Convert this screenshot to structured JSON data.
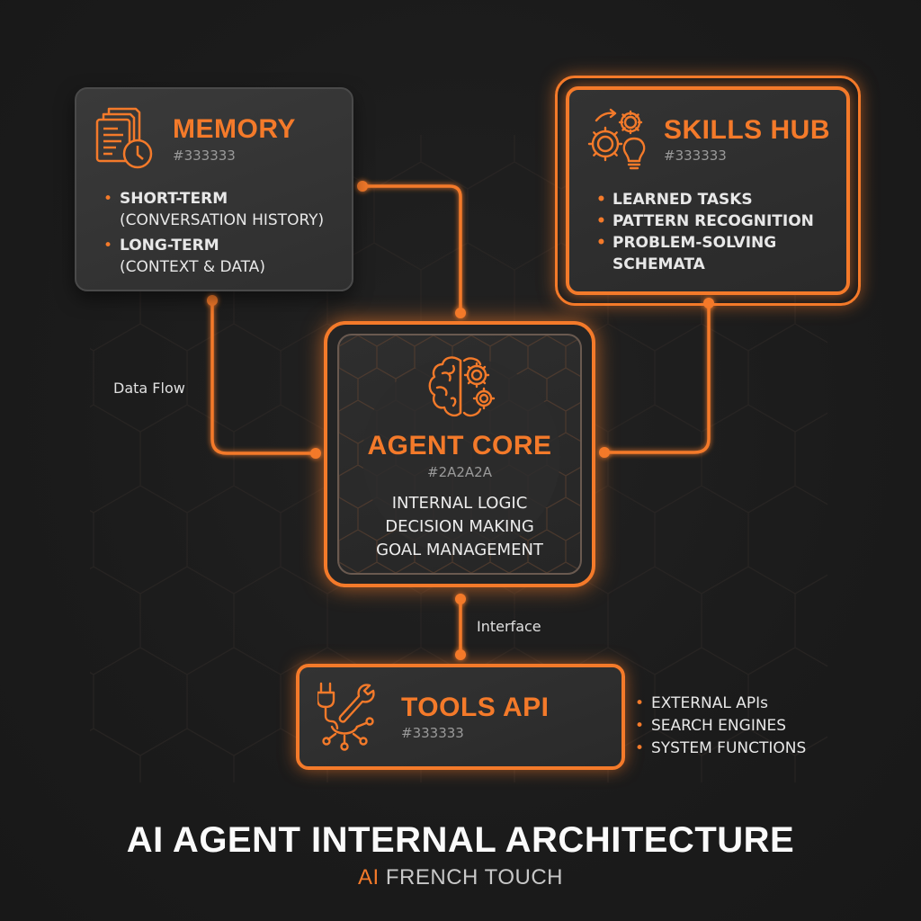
{
  "colors": {
    "accent": "#F47A2A",
    "background": "#1C1C1C",
    "box": "#333333",
    "core": "#2A2A2A"
  },
  "memory": {
    "title": "MEMORY",
    "hex": "#333333",
    "icon": "documents-clock-icon",
    "items": [
      {
        "head": "SHORT-TERM",
        "sub": "(CONVERSATION HISTORY)"
      },
      {
        "head": "LONG-TERM",
        "sub": "(CONTEXT & DATA)"
      }
    ]
  },
  "skills": {
    "title": "SKILLS HUB",
    "hex": "#333333",
    "icon": "gears-lightbulb-icon",
    "items": [
      "LEARNED TASKS",
      "PATTERN RECOGNITION",
      "PROBLEM-SOLVING",
      "SCHEMATA"
    ]
  },
  "core": {
    "title": "AGENT CORE",
    "hex": "#2A2A2A",
    "icon": "brain-gears-icon",
    "lines": [
      "INTERNAL LOGIC",
      "DECISION MAKING",
      "GOAL MANAGEMENT"
    ]
  },
  "tools": {
    "title": "TOOLS API",
    "hex": "#333333",
    "icon": "plug-wrench-network-icon",
    "items": [
      "EXTERNAL APIs",
      "SEARCH ENGINES",
      "SYSTEM FUNCTIONS"
    ]
  },
  "connectors": {
    "data_flow_label": "Data Flow",
    "interface_label": "Interface"
  },
  "footer": {
    "title": "AI AGENT INTERNAL ARCHITECTURE",
    "subtitle_accent": "AI",
    "subtitle_rest": " FRENCH TOUCH"
  }
}
